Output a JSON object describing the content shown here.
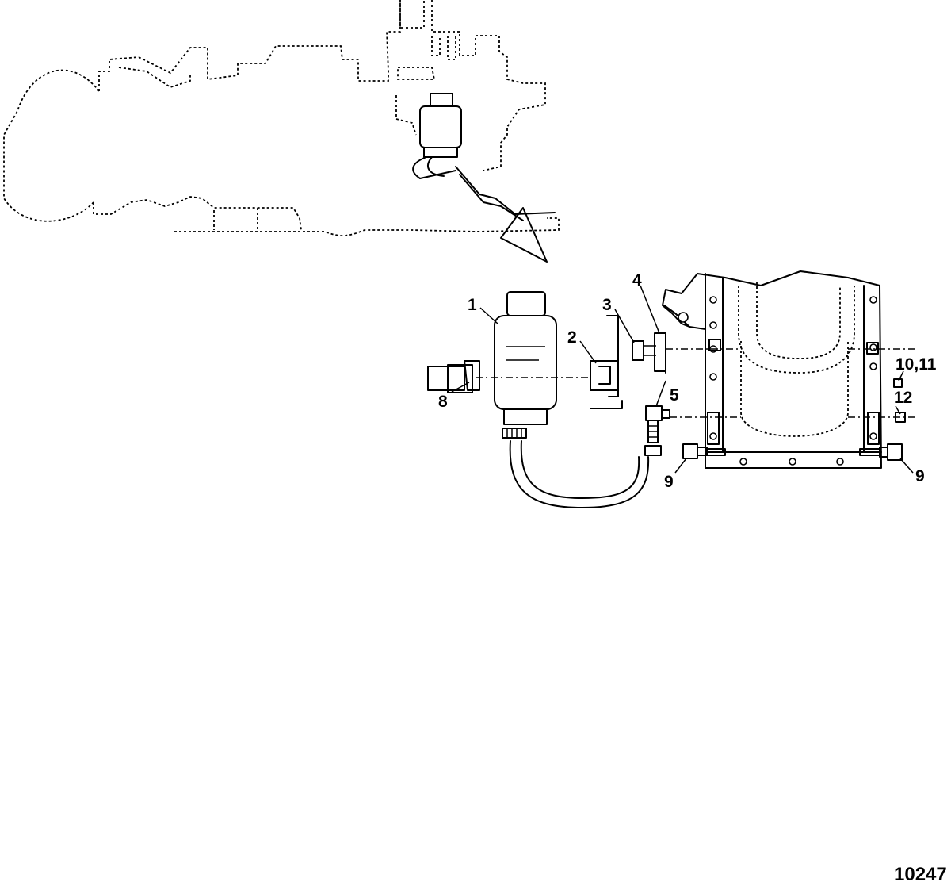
{
  "diagram": {
    "figure_number": "10247",
    "callouts": [
      {
        "id": "c1",
        "text": "1"
      },
      {
        "id": "c2",
        "text": "2"
      },
      {
        "id": "c3",
        "text": "3"
      },
      {
        "id": "c4",
        "text": "4"
      },
      {
        "id": "c5",
        "text": "5"
      },
      {
        "id": "c8",
        "text": "8"
      },
      {
        "id": "c9a",
        "text": "9"
      },
      {
        "id": "c9b",
        "text": "9"
      },
      {
        "id": "c10",
        "text": "10,11"
      },
      {
        "id": "c12",
        "text": "12"
      }
    ]
  }
}
